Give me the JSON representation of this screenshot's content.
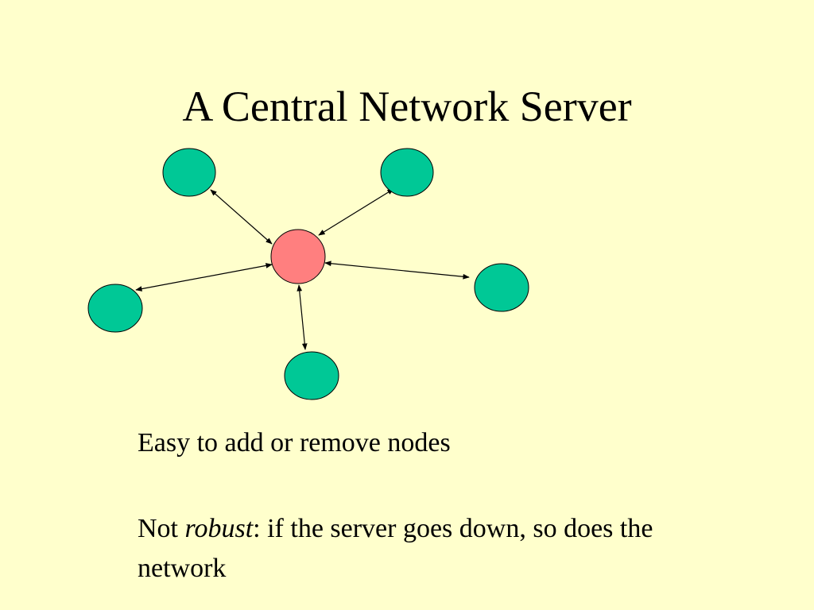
{
  "slide": {
    "background": "#FFFFCC",
    "title": "A Central Network Server"
  },
  "diagram": {
    "server_color": "#FF7F7F",
    "node_color": "#00C896",
    "outline_color": "#000000"
  },
  "body": {
    "point_1": "Easy to add or remove nodes",
    "point_2_prefix": "Not ",
    "point_2_emphasis": "robust",
    "point_2_rest": ": if the server goes down, so does the network"
  }
}
